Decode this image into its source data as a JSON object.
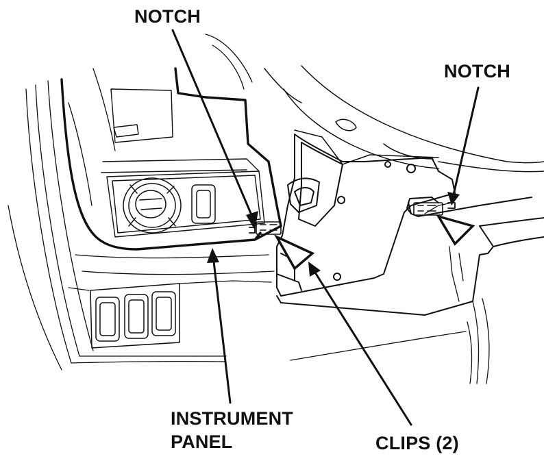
{
  "labels": {
    "notch_left": "NOTCH",
    "notch_right": "NOTCH",
    "instrument_panel_line1": "INSTRUMENT",
    "instrument_panel_line2": "PANEL",
    "clips": "CLIPS (2)"
  },
  "colors": {
    "line": "#111111",
    "background": "#ffffff"
  }
}
